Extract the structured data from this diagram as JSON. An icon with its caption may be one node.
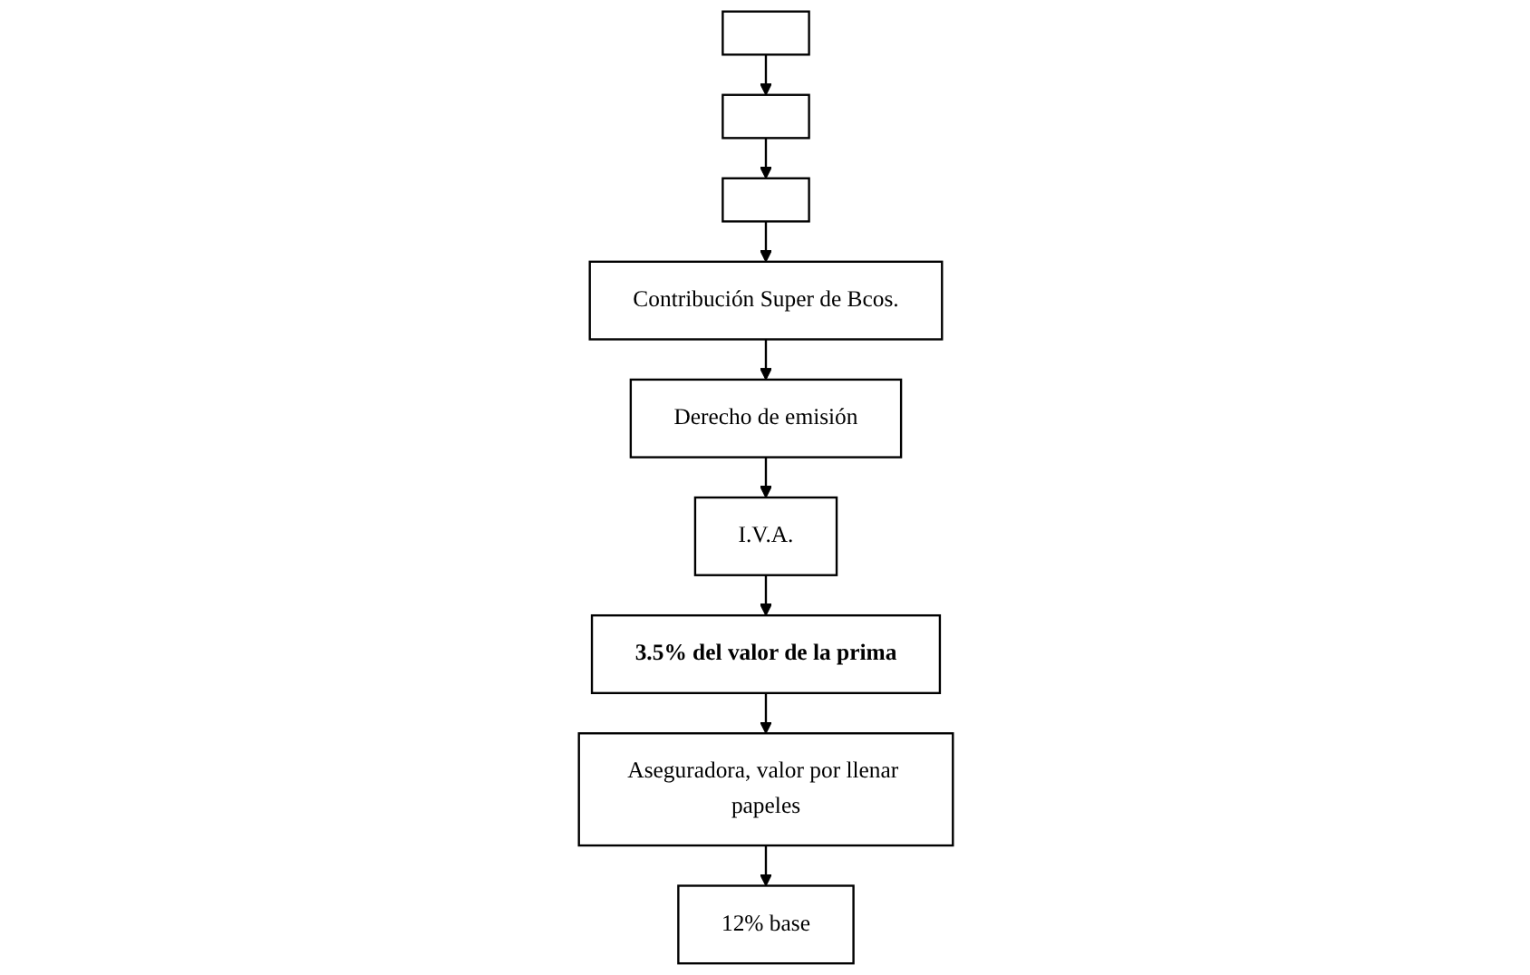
{
  "diagram": {
    "nodes": [
      {
        "text": [],
        "shape": "box"
      },
      {
        "text": [],
        "shape": "box"
      },
      {
        "text": [],
        "shape": "box"
      },
      {
        "text": [
          "Contribución Super de Bcos."
        ]
      },
      {
        "text": [
          "Derecho de emisión"
        ]
      },
      {
        "text": [
          "I.V.A."
        ]
      },
      {
        "text": [
          "3.5% del valor de la prima"
        ]
      },
      {
        "text": [
          "Aseguradora, valor por llenar papeles"
        ]
      },
      {
        "text": [
          "12% base"
        ]
      }
    ],
    "edges": [
      {
        "from": 0,
        "to": 1,
        "arrow": "to"
      },
      {
        "from": 1,
        "to": 2,
        "arrow": "to"
      },
      {
        "from": 2,
        "to": 3,
        "arrow": "to"
      },
      {
        "from": 3,
        "to": 4,
        "arrow": "to"
      },
      {
        "from": 4,
        "to": 5,
        "arrow": "to"
      },
      {
        "from": 5,
        "to": 6,
        "arrow": "to"
      },
      {
        "from": 6,
        "to": 7,
        "arrow": "to"
      },
      {
        "from": 7,
        "to": 8,
        "arrow": "to"
      }
    ]
  }
}
